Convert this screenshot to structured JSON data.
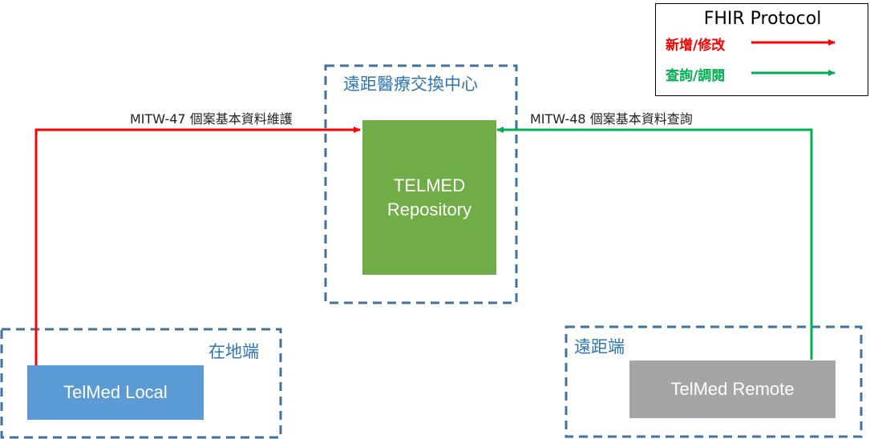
{
  "legend": {
    "title": "FHIR Protocol",
    "items": [
      {
        "label": "新增/修改",
        "color": "#ff0000"
      },
      {
        "label": "查詢/調閱",
        "color": "#00b050"
      }
    ]
  },
  "groups": {
    "center": {
      "title": "遠距醫療交換中心"
    },
    "local": {
      "title": "在地端"
    },
    "remote": {
      "title": "遠距端"
    }
  },
  "nodes": {
    "repository": {
      "line1": "TELMED",
      "line2": "Repository",
      "color": "#70ad47"
    },
    "local": {
      "label": "TelMed Local",
      "color": "#5b9bd5"
    },
    "remote": {
      "label": "TelMed Remote",
      "color": "#a5a5a5"
    }
  },
  "edges": {
    "mitw47": {
      "label": "MITW-47 個案基本資料維護",
      "color": "#ff0000"
    },
    "mitw48": {
      "label": "MITW-48 個案基本資料查詢",
      "color": "#00b050"
    }
  },
  "colors": {
    "dashed_border": "#41719c",
    "group_title": "#2e75b6"
  }
}
